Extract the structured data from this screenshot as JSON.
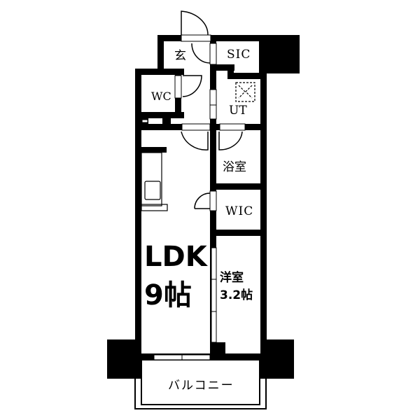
{
  "floor_plan": {
    "colors": {
      "wall": "#000000",
      "floor": "#ffffff",
      "line": "#000000"
    },
    "rooms": {
      "entrance": {
        "label": "玄"
      },
      "sic": {
        "label": "SIC"
      },
      "wc": {
        "label": "WC"
      },
      "utility": {
        "label": "UT"
      },
      "bathroom": {
        "label": "浴室"
      },
      "wic": {
        "label": "WIC"
      },
      "ldk": {
        "label": "LDK",
        "size": "9帖"
      },
      "western_room": {
        "label": "洋室",
        "size": "3.2帖"
      },
      "balcony": {
        "label": "バルコニー"
      }
    }
  }
}
